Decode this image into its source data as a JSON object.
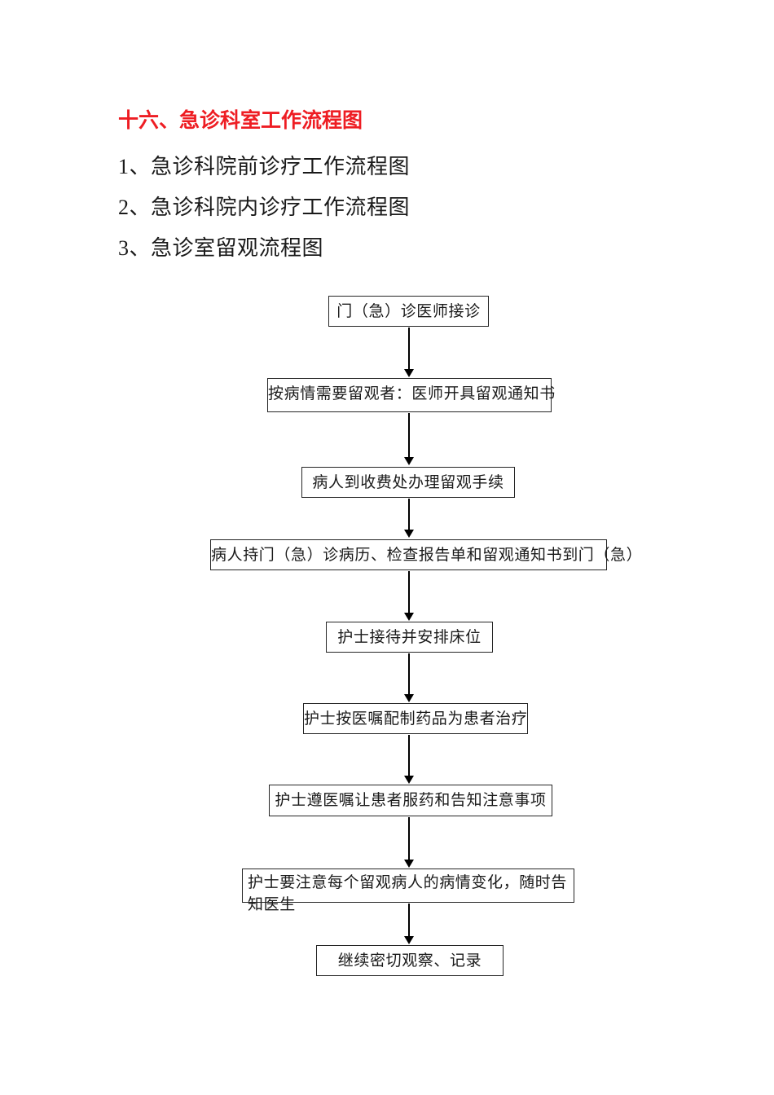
{
  "document": {
    "title": "十六、急诊科室工作流程图",
    "title_color": "#ee1d23",
    "toc": [
      "1、急诊科院前诊疗工作流程图",
      "2、急诊科院内诊疗工作流程图",
      "3、急诊室留观流程图"
    ]
  },
  "flowchart": {
    "type": "flowchart",
    "orientation": "vertical-top-down",
    "nodes": [
      {
        "id": "n1",
        "label": "门（急）诊医师接诊"
      },
      {
        "id": "n2",
        "label": "按病情需要留观者：医师开具留观通知书"
      },
      {
        "id": "n3",
        "label": "病人到收费处办理留观手续"
      },
      {
        "id": "n4",
        "label": "病人持门（急）诊病历、检查报告单和留观通知书到门（急）"
      },
      {
        "id": "n5",
        "label": "护士接待并安排床位"
      },
      {
        "id": "n6",
        "label": "护士按医嘱配制药品为患者治疗"
      },
      {
        "id": "n7",
        "label": "护士遵医嘱让患者服药和告知注意事项"
      },
      {
        "id": "n8",
        "label": "护士要注意每个留观病人的病情变化，随时告知医生"
      },
      {
        "id": "n9",
        "label": "继续密切观察、记录"
      }
    ],
    "edges": [
      {
        "from": "n1",
        "to": "n2"
      },
      {
        "from": "n2",
        "to": "n3"
      },
      {
        "from": "n3",
        "to": "n4"
      },
      {
        "from": "n4",
        "to": "n5"
      },
      {
        "from": "n5",
        "to": "n6"
      },
      {
        "from": "n6",
        "to": "n7"
      },
      {
        "from": "n7",
        "to": "n8"
      },
      {
        "from": "n8",
        "to": "n9"
      }
    ]
  }
}
